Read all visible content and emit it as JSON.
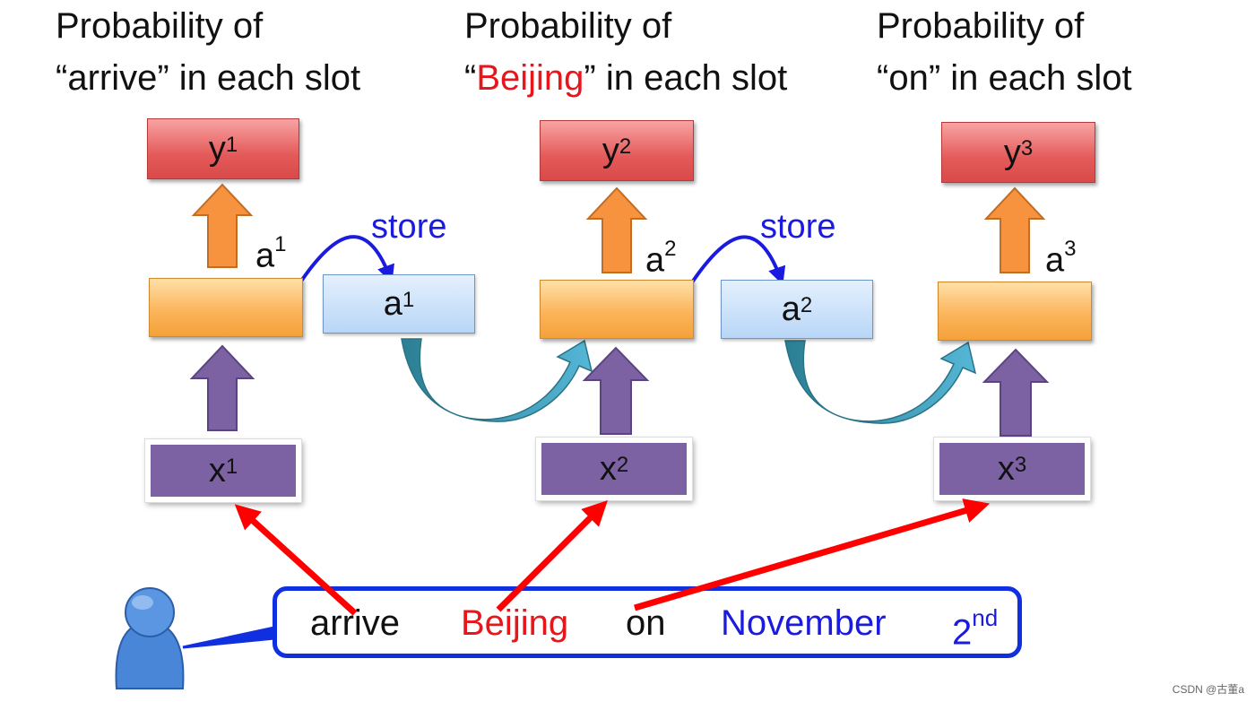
{
  "titles": [
    {
      "line1": "Probability of",
      "pre": "“",
      "word": "arrive",
      "post": "” in each slot"
    },
    {
      "line1": "Probability of",
      "pre": "“",
      "word": "Beijing",
      "post": "” in each slot"
    },
    {
      "line1": "Probability of",
      "pre": "“",
      "word": "on",
      "post": "” in each slot"
    }
  ],
  "outputs": [
    {
      "base": "y",
      "sup": "1"
    },
    {
      "base": "y",
      "sup": "2"
    },
    {
      "base": "y",
      "sup": "3"
    }
  ],
  "hidden_labels": [
    {
      "base": "a",
      "sup": "1"
    },
    {
      "base": "a",
      "sup": "2"
    },
    {
      "base": "a",
      "sup": "3"
    }
  ],
  "memory": [
    {
      "base": "a",
      "sup": "1"
    },
    {
      "base": "a",
      "sup": "2"
    }
  ],
  "store_label": "store",
  "inputs": [
    {
      "base": "x",
      "sup": "1"
    },
    {
      "base": "x",
      "sup": "2"
    },
    {
      "base": "x",
      "sup": "3"
    }
  ],
  "sentence": {
    "w1": "arrive",
    "w2": "Beijing",
    "w3": "on",
    "w4": "November",
    "w5_base": "2",
    "w5_sup": "nd"
  },
  "watermark": "CSDN @古董a",
  "colors": {
    "output": "#e45a5a",
    "hidden": "#f5a13a",
    "memory": "#b8d6f7",
    "input": "#7d62a3",
    "up_arrow_orange": "#f7923f",
    "up_arrow_purple": "#7d62a3",
    "feed_arrow": "#3aa0c0",
    "store_arrow": "#1b1be0",
    "word_arrow": "#ff0000",
    "highlight_red": "#e8151b",
    "bubble": "#1030e0"
  }
}
